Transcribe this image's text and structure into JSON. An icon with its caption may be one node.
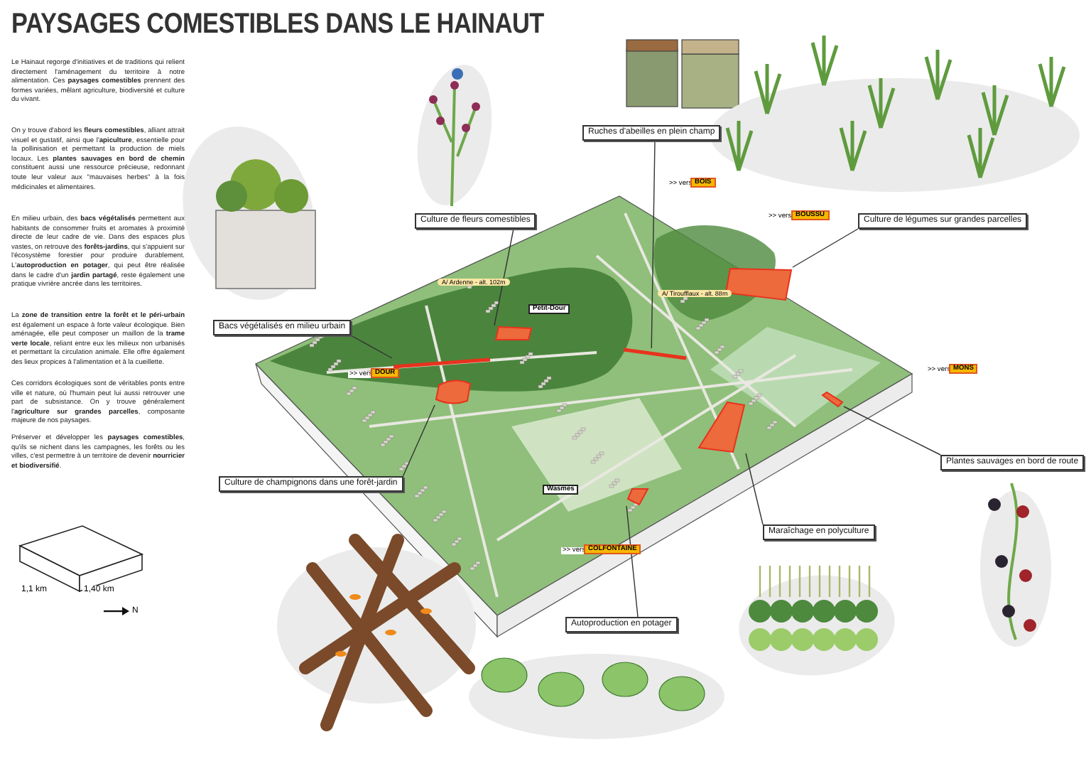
{
  "diagram": {
    "title": "PAYSAGES COMESTIBLES DANS LE HAINAUT",
    "nodes": [
      {
        "text": [
          "Ruches d'abeilles en plein champ"
        ]
      },
      {
        "text": [
          "Culture de fleurs comestibles"
        ]
      },
      {
        "text": [
          "Culture de légumes sur grandes parcelles"
        ]
      },
      {
        "text": [
          "Bacs végétalisés en milieu urbain"
        ]
      },
      {
        "text": [
          "Plantes sauvages en bord de route"
        ]
      },
      {
        "text": [
          "Culture de champignons dans une forêt-jardin"
        ]
      },
      {
        "text": [
          "Maraîchage en polyculture"
        ]
      },
      {
        "text": [
          "Autoproduction en potager"
        ]
      },
      {
        "text": [],
        "shape": "line"
      },
      {
        "text": [],
        "shape": "box"
      },
      {
        "text": [],
        "shape": "box"
      },
      {
        "text": [],
        "shape": "line"
      },
      {
        "text": [],
        "shape": "box"
      },
      {
        "text": [],
        "shape": "box"
      },
      {
        "text": [],
        "shape": "box"
      },
      {
        "text": [],
        "shape": "box"
      }
    ],
    "edges": [
      {
        "from": 0,
        "to": 8,
        "arrow": "none"
      },
      {
        "from": 1,
        "to": 9,
        "arrow": "none"
      },
      {
        "from": 2,
        "to": 10,
        "arrow": "none"
      },
      {
        "from": 3,
        "to": 11,
        "arrow": "none"
      },
      {
        "from": 4,
        "to": 12,
        "arrow": "none"
      },
      {
        "from": 5,
        "to": 13,
        "arrow": "none"
      },
      {
        "from": 6,
        "to": 14,
        "arrow": "none"
      },
      {
        "from": 7,
        "to": 15,
        "arrow": "none"
      }
    ],
    "labels": [
      "Le Hainaut regorge d'initiatives et de traditions qui relient directement l'aménagement du territoire à notre alimentation. Ces **paysages comestibles** prennent des formes variées, mêlant agriculture, biodiversité et culture du vivant.",
      "On y trouve d'abord les **fleurs comestibles**, alliant attrait visuel et gustatif, ainsi que l'**apiculture**, essentielle pour la pollinisation et permettant la production de miels locaux. Les **plantes sauvages en bord de chemin** constituent aussi une ressource précieuse, redonnant toute leur valeur aux \"mauvaises herbes\" à la fois médicinales et alimentaires.",
      "En milieu urbain, des **bacs végétalisés** permettent aux habitants de consommer fruits et aromates à proximité directe de leur cadre de vie. Dans des espaces plus vastes, on retrouve des **forêts-jardins**, qui s'appuient sur l'écosystème forestier pour produire durablement. L'**autoproduction en potager**, qui peut être réalisée dans le cadre d'un **jardin partagé**, reste également une pratique vivrière ancrée dans les territoires.",
      "La **zone de transition entre la forêt et le péri-urbain** est également un espace à forte valeur écologique. Bien aménagée, elle peut composer un maillon de la **trame verte locale**, reliant entre eux les milieux non urbanisés et permettant la circulation animale. Elle offre également des lieux propices à l'alimentation et à la cueillette.",
      "Ces corridors écologiques sont de véritables ponts entre ville et nature, où l'humain peut lui aussi retrouver une part de subsistance. On y trouve généralement l'**agriculture sur grandes parcelles**, composante majeure de nos paysages.",
      "Préserver et développer les **paysages comestibles**, qu'ils se nichent dans les campagnes, les forêts ou les villes, c'est permettre à un territoire de devenir **nourricier et biodiversifié**.",
      ">> vers",
      "BOIS",
      ">> vers",
      "BOUSSU",
      "A/ Tiroufflaux - alt. 88m",
      "A/ Ardenne - alt. 102m",
      "Petit-Dour",
      ">> vers",
      "DOUR",
      ">> vers",
      "MONS",
      "Wasmes",
      ">> vers",
      "COLFONTAINE",
      "1,1 km",
      "1,40 km",
      "N"
    ]
  }
}
